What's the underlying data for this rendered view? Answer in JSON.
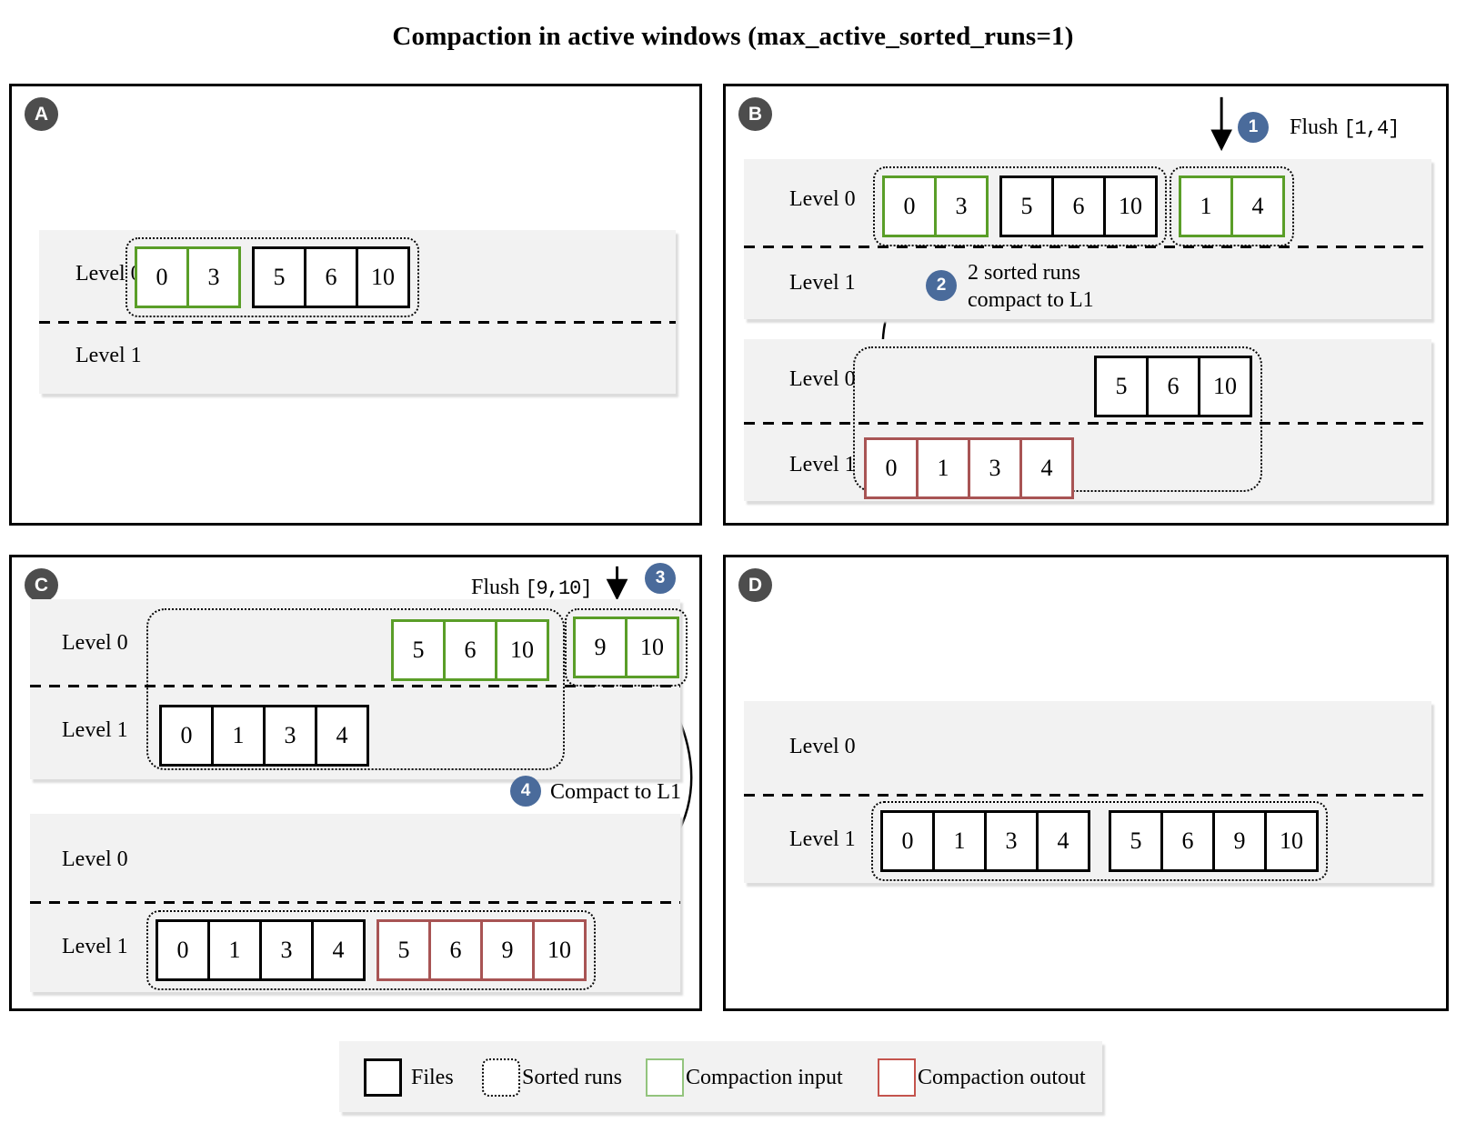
{
  "title": "Compaction in active windows (max_active_sorted_runs=1)",
  "colors": {
    "band-bg": "#f2f2f2",
    "badge-bg": "#4d4d4d",
    "step-bg": "#4a6b9b",
    "input-border": "#5a9e28",
    "output-border": "#a85454",
    "legend-input": "#93c47d",
    "legend-output": "#c4544d"
  },
  "labels": {
    "level0": "Level 0",
    "level1": "Level 1"
  },
  "panels": {
    "a": {
      "badge": "A"
    },
    "b": {
      "badge": "B",
      "step1": "1",
      "flush_label": "Flush",
      "flush_range": "[1,4]",
      "step2": "2",
      "step2_line1": "2 sorted runs",
      "step2_line2": "compact to L1"
    },
    "c": {
      "badge": "C",
      "step3": "3",
      "flush_label": "Flush",
      "flush_range": "[9,10]",
      "step4": "4",
      "step4_text": "Compact to L1"
    },
    "d": {
      "badge": "D"
    }
  },
  "files": {
    "a_run_green": [
      "0",
      "3"
    ],
    "a_run_black": [
      "5",
      "6",
      "10"
    ],
    "b1_green": [
      "0",
      "3"
    ],
    "b1_black": [
      "5",
      "6",
      "10"
    ],
    "b1_flush": [
      "1",
      "4"
    ],
    "b2_black": [
      "5",
      "6",
      "10"
    ],
    "b2_output": [
      "0",
      "1",
      "3",
      "4"
    ],
    "c1_green": [
      "5",
      "6",
      "10"
    ],
    "c1_flush": [
      "9",
      "10"
    ],
    "c1_black": [
      "0",
      "1",
      "3",
      "4"
    ],
    "c2_black": [
      "0",
      "1",
      "3",
      "4"
    ],
    "c2_output": [
      "5",
      "6",
      "9",
      "10"
    ],
    "d_black1": [
      "0",
      "1",
      "3",
      "4"
    ],
    "d_black2": [
      "5",
      "6",
      "9",
      "10"
    ]
  },
  "legend": {
    "files": "Files",
    "sorted_runs": "Sorted runs",
    "compaction_input": "Compaction input",
    "compaction_output": "Compaction outout"
  }
}
